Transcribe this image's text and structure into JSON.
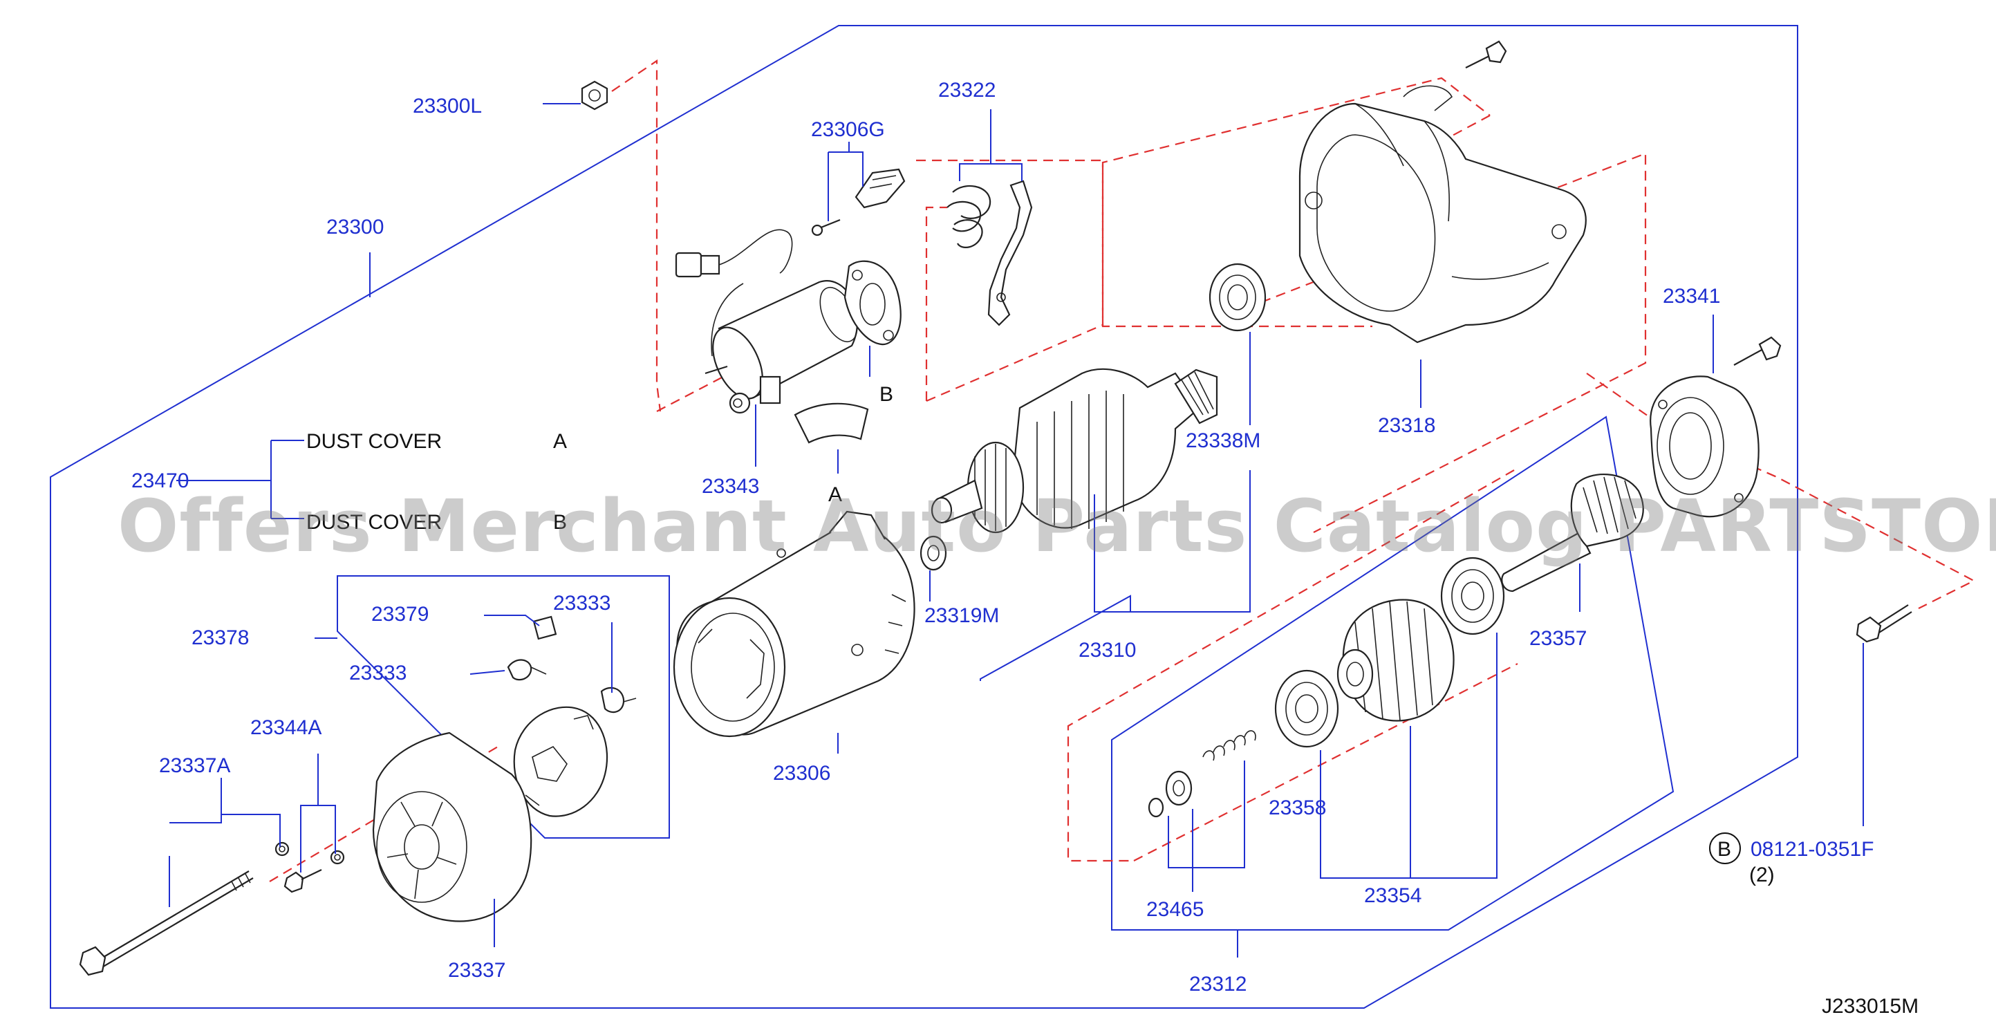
{
  "labels": {
    "p23300L": "23300L",
    "p23300": "23300",
    "p23306G": "23306G",
    "p23322": "23322",
    "p23341": "23341",
    "p23318": "23318",
    "p23338M": "23338M",
    "p23343": "23343",
    "p23470": "23470",
    "dust_a_text": "DUST   COVER",
    "dust_a_letter": "A",
    "dust_b_text": "DUST   COVER",
    "dust_b_letter": "B",
    "p23319M": "23319M",
    "p23310": "23310",
    "p23357": "23357",
    "p23378": "23378",
    "p23379": "23379",
    "p23333a": "23333",
    "p23333b": "23333",
    "p23306": "23306",
    "p23344A": "23344A",
    "p23337A": "23337A",
    "p23358": "23358",
    "p23465": "23465",
    "p23354": "23354",
    "p23337": "23337",
    "p23312": "23312",
    "bolt_ref_letter": "B",
    "bolt_ref_part": "08121-0351F",
    "bolt_ref_qty": "(2)",
    "callout_a": "A",
    "callout_b": "B",
    "diagram_code": "J233015M"
  },
  "watermark": "Offers Merchant Auto Parts Catalog PARTSTORE.SA",
  "colors": {
    "part_number": "#1f2fd0",
    "assembly_dash": "#e03030",
    "line_art": "#222222"
  }
}
